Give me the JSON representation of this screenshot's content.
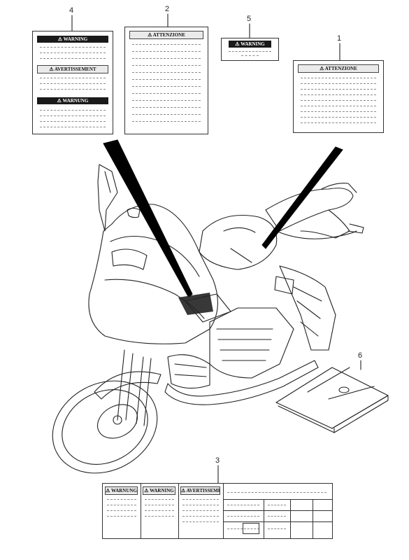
{
  "callouts": {
    "n1": "1",
    "n2": "2",
    "n3": "3",
    "n4": "4",
    "n5": "5",
    "n6": "6"
  },
  "labels": {
    "label4": {
      "headers": [
        "⚠ WARNING",
        "⚠ AVERTISSEMENT",
        "⚠ WARNUNG"
      ]
    },
    "label2": {
      "header": "⚠ ATTENZIONE"
    },
    "label5": {
      "header": "⚠ WARNING"
    },
    "label1": {
      "header": "⚠ ATTENZIONE"
    },
    "label3": {
      "headers": [
        "⚠ WARNUNG",
        "⚠ WARNING",
        "⚠ AVERTISSEMENT"
      ]
    }
  }
}
